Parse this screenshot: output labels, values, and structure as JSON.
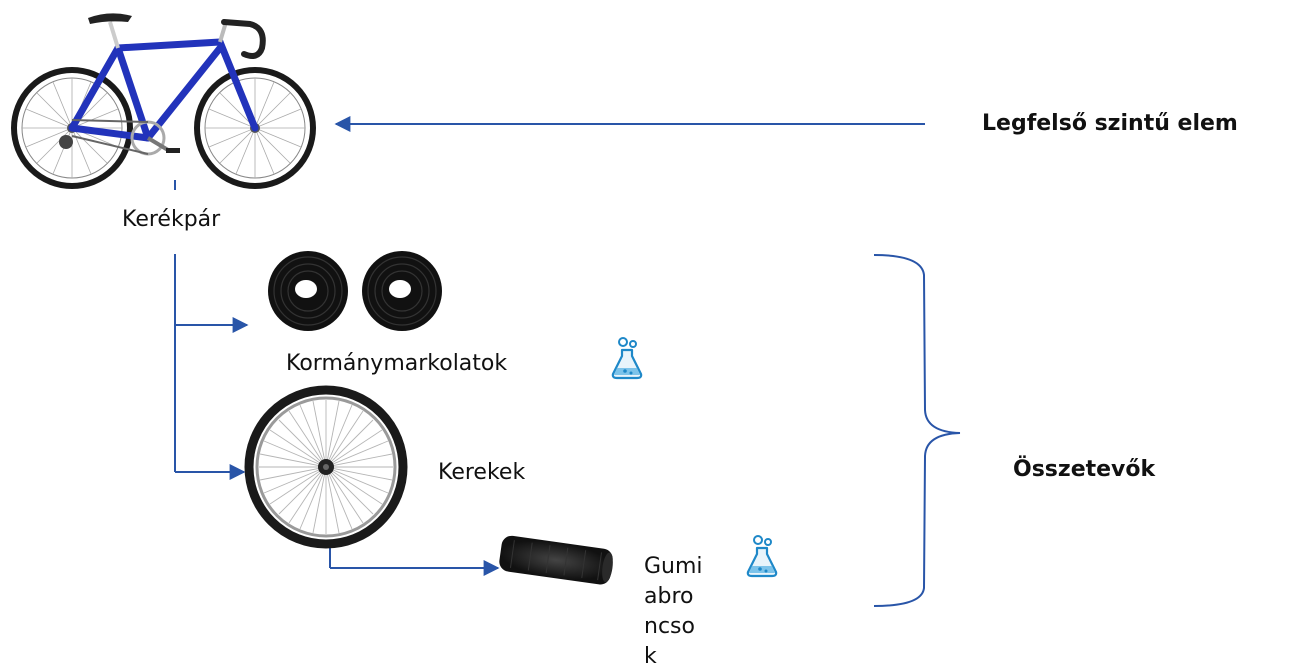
{
  "labels": {
    "top_level_item": "Legfelső szintű elem",
    "bicycle": "Kerékpár",
    "handlebar_grips": "Kormánymarkolatok",
    "wheels": "Kerekek",
    "tires": "Gumiabroncsok",
    "components": "Összetevők"
  },
  "colors": {
    "connector": "#2955a8",
    "frame": "#2233bb",
    "grip": "#111111",
    "tire": "#1a1a1a",
    "flask_icon": "#1e88c8"
  },
  "icons": [
    "bicycle-image",
    "handlebar-grips-image",
    "wheel-image",
    "tire-image",
    "flask-icon"
  ]
}
